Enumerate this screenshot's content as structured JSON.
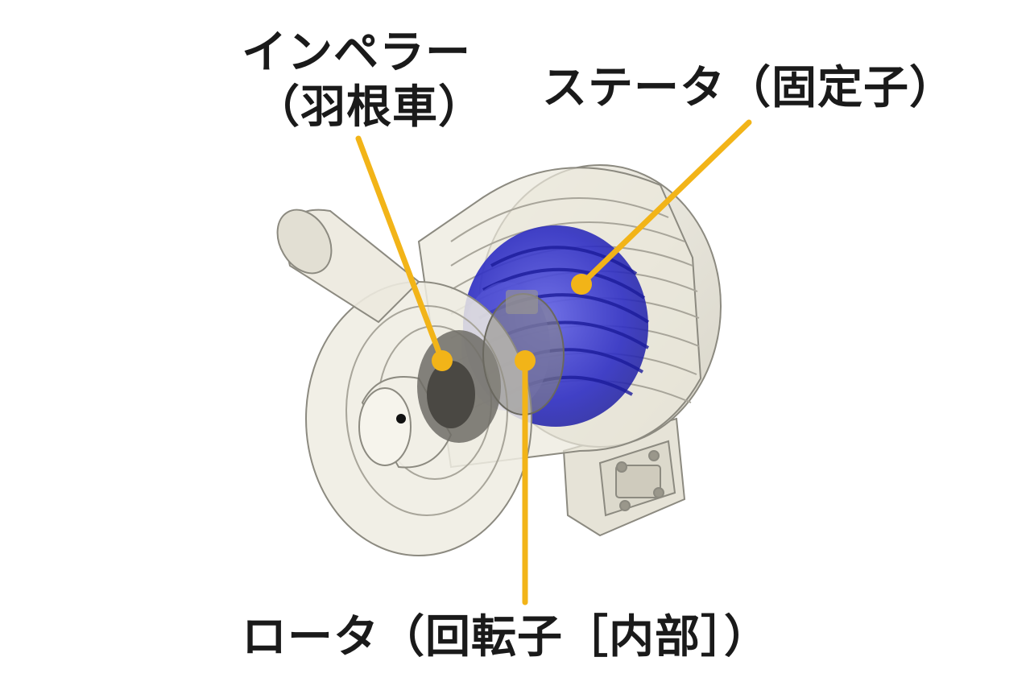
{
  "labels": {
    "impeller_line1": "インペラー",
    "impeller_line2": "（羽根車）",
    "stator": "ステータ（固定子）",
    "rotor": "ロータ（回転子［内部］）"
  },
  "colors": {
    "leader_line": "#f2b418",
    "stator_coil": "#3434c8",
    "housing": "#ece9de",
    "housing_stroke": "#8c8a80",
    "text": "#1a1a1a"
  }
}
